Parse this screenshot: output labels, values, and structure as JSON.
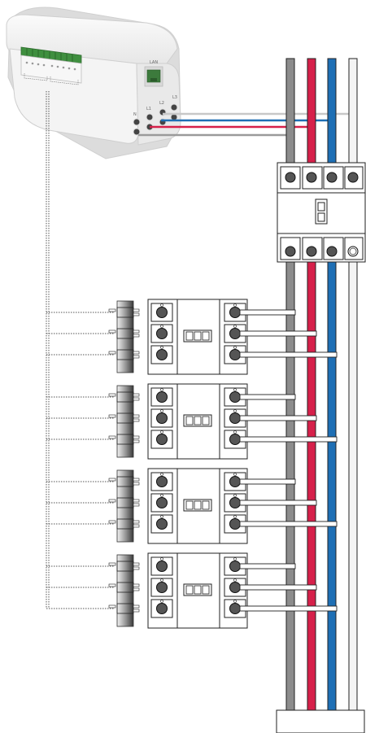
{
  "colors": {
    "phase_l1": "#8c8c8c",
    "phase_l2": "#d6204a",
    "phase_l3": "#1e6fb5",
    "neutral": "#f4f4f4",
    "outline": "#222222",
    "meter_body": "#f2f2f2",
    "terminal_green": "#3f8f3f",
    "ct_clamp": "#555555"
  },
  "meter": {
    "lan_label": "LAN",
    "terminal_labels": [
      "N",
      "L1",
      "L2",
      "L3"
    ],
    "icons": [
      "rj45-port-icon",
      "screw-terminal-icon"
    ]
  },
  "panel": {
    "breaker_rows": 4,
    "poles_per_breaker": 3,
    "ct_per_row": 3
  }
}
